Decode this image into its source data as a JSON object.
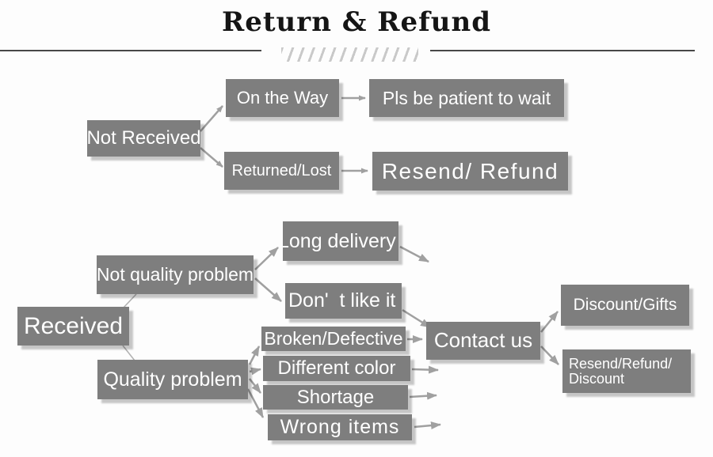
{
  "title": "Return & Refund",
  "colors": {
    "bg": "#fdfdfd",
    "box": "#7e7e7e",
    "arrow": "#a0a0a0",
    "connector": "#b3b3b3",
    "title": "#151515",
    "rule": "#474747",
    "hatch": "#c9c9c9"
  },
  "nodes": {
    "not_received": "Not Received",
    "on_the_way": "On the Way",
    "pls_wait": "Pls be patient to wait",
    "returned_lost": "Returned/Lost",
    "resend_refund": "Resend/ Refund",
    "received": "Received",
    "not_quality": "Not quality problem",
    "long_delivery": "Long delivery",
    "dont_like": "Don'  t like it",
    "quality": "Quality problem",
    "broken": "Broken/Defective",
    "different_color": "Different color",
    "shortage": "Shortage",
    "wrong_items": "Wrong items",
    "contact_us": "Contact us",
    "discount_gifts": "Discount/Gifts",
    "resend_refund_discount": "Resend/Refund/\nDiscount"
  },
  "edges": [
    {
      "from": "not_received",
      "to": "on_the_way"
    },
    {
      "from": "not_received",
      "to": "returned_lost"
    },
    {
      "from": "on_the_way",
      "to": "pls_wait"
    },
    {
      "from": "returned_lost",
      "to": "resend_refund"
    },
    {
      "from": "received",
      "to": "not_quality"
    },
    {
      "from": "received",
      "to": "quality"
    },
    {
      "from": "not_quality",
      "to": "long_delivery"
    },
    {
      "from": "not_quality",
      "to": "dont_like"
    },
    {
      "from": "long_delivery",
      "to": "contact_us"
    },
    {
      "from": "dont_like",
      "to": "contact_us"
    },
    {
      "from": "quality",
      "to": "broken"
    },
    {
      "from": "quality",
      "to": "different_color"
    },
    {
      "from": "quality",
      "to": "shortage"
    },
    {
      "from": "quality",
      "to": "wrong_items"
    },
    {
      "from": "broken",
      "to": "contact_us"
    },
    {
      "from": "different_color",
      "to": "contact_us"
    },
    {
      "from": "shortage",
      "to": "contact_us"
    },
    {
      "from": "wrong_items",
      "to": "contact_us"
    },
    {
      "from": "contact_us",
      "to": "discount_gifts"
    },
    {
      "from": "contact_us",
      "to": "resend_refund_discount"
    }
  ]
}
